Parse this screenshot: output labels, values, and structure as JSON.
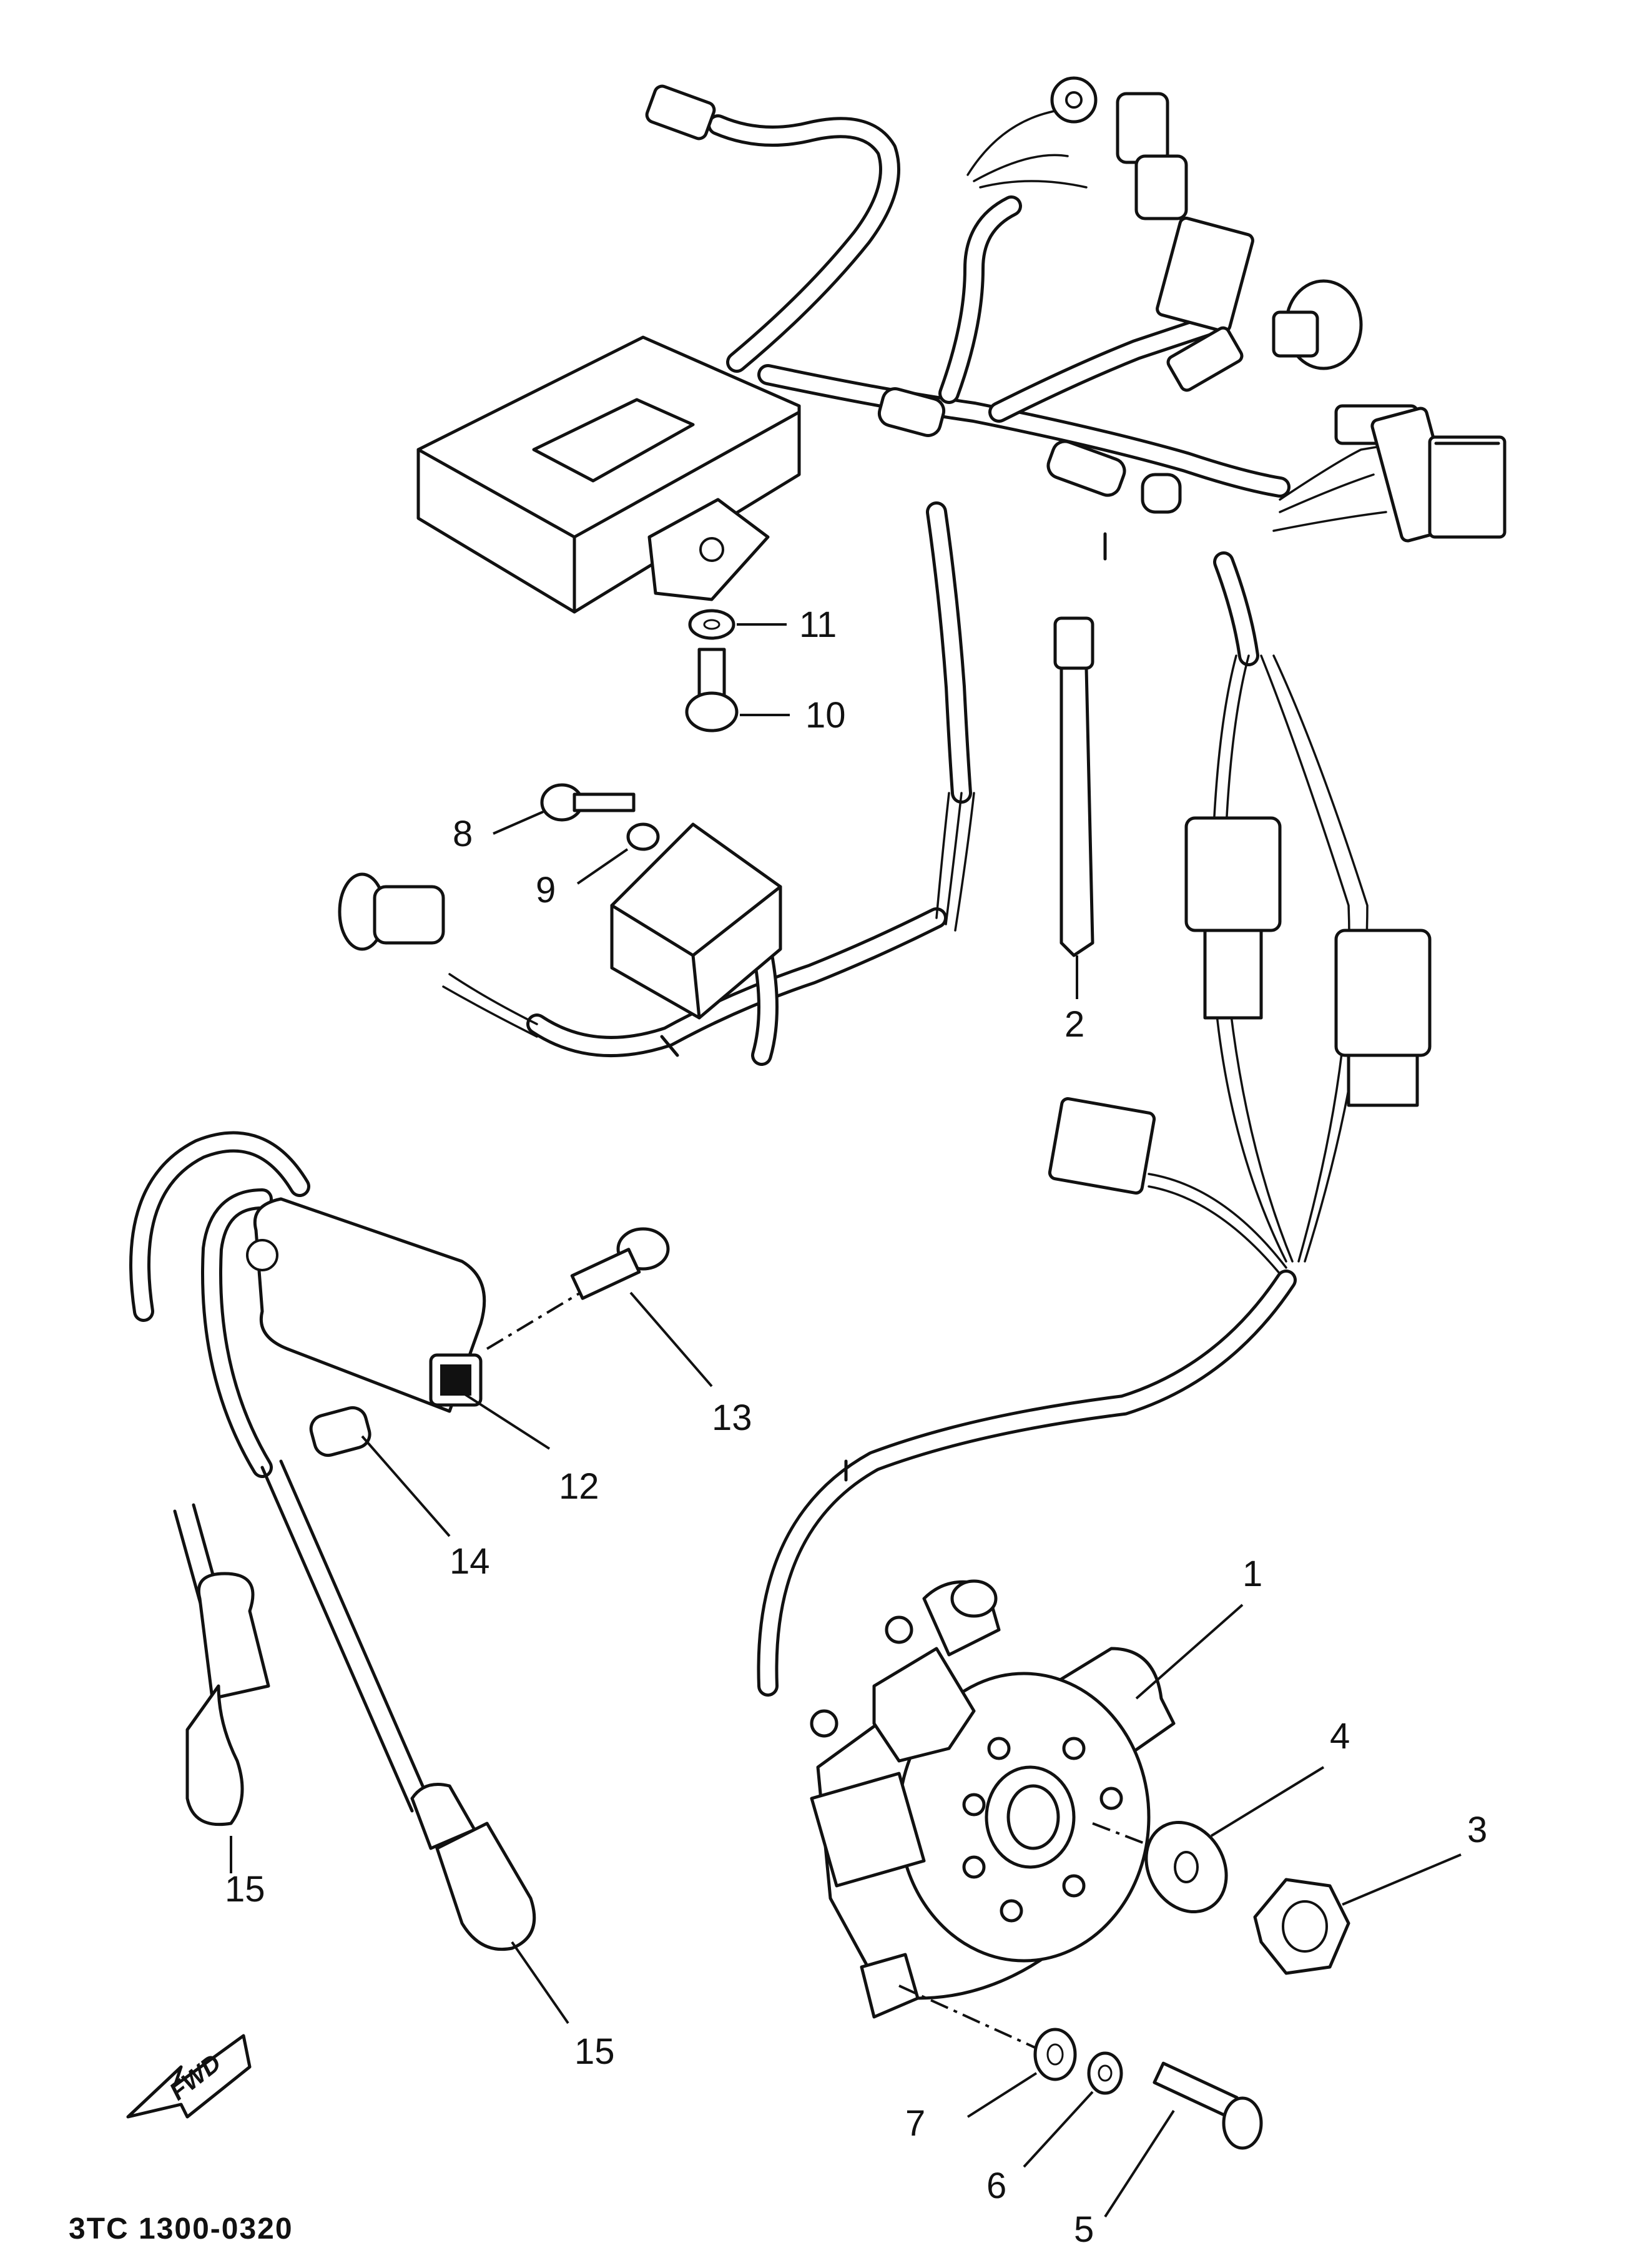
{
  "diagram": {
    "code": "3TC 1300-0320",
    "fwd_label": "FWD",
    "callouts": [
      {
        "id": "cdi-unit",
        "label": "11"
      },
      {
        "id": "bolt-10",
        "label": "10"
      },
      {
        "id": "screw-8",
        "label": "8"
      },
      {
        "id": "washer-9",
        "label": "9"
      },
      {
        "id": "band-2",
        "label": "2"
      },
      {
        "id": "stator-1",
        "label": "1"
      },
      {
        "id": "washer-4",
        "label": "4"
      },
      {
        "id": "nut-3",
        "label": "3"
      },
      {
        "id": "screw-13",
        "label": "13"
      },
      {
        "id": "coil-12",
        "label": "12"
      },
      {
        "id": "collar-14",
        "label": "14"
      },
      {
        "id": "cap-15a",
        "label": "15"
      },
      {
        "id": "cap-15b",
        "label": "15"
      },
      {
        "id": "washer-7",
        "label": "7"
      },
      {
        "id": "washer-6",
        "label": "6"
      },
      {
        "id": "screw-5",
        "label": "5"
      }
    ]
  }
}
